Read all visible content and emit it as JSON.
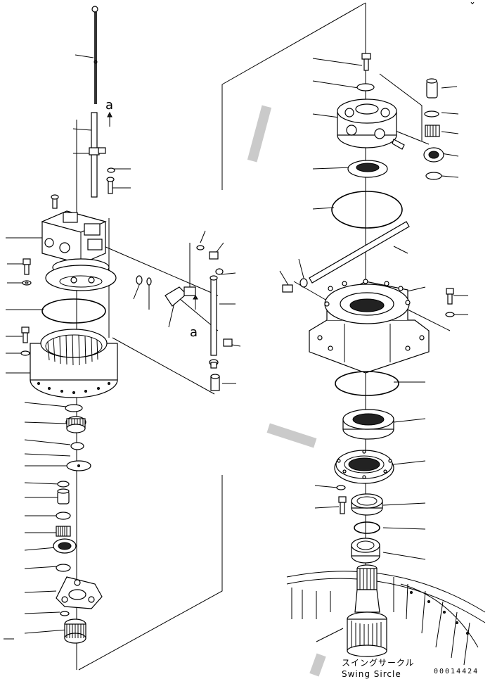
{
  "labels": {
    "detail_a_top": "a",
    "detail_a_mid": "a",
    "corner_mark": "ˇ",
    "swing_jp": "スイングサークル",
    "swing_en": "Swing Sircle",
    "drawing_no": "00014424"
  }
}
